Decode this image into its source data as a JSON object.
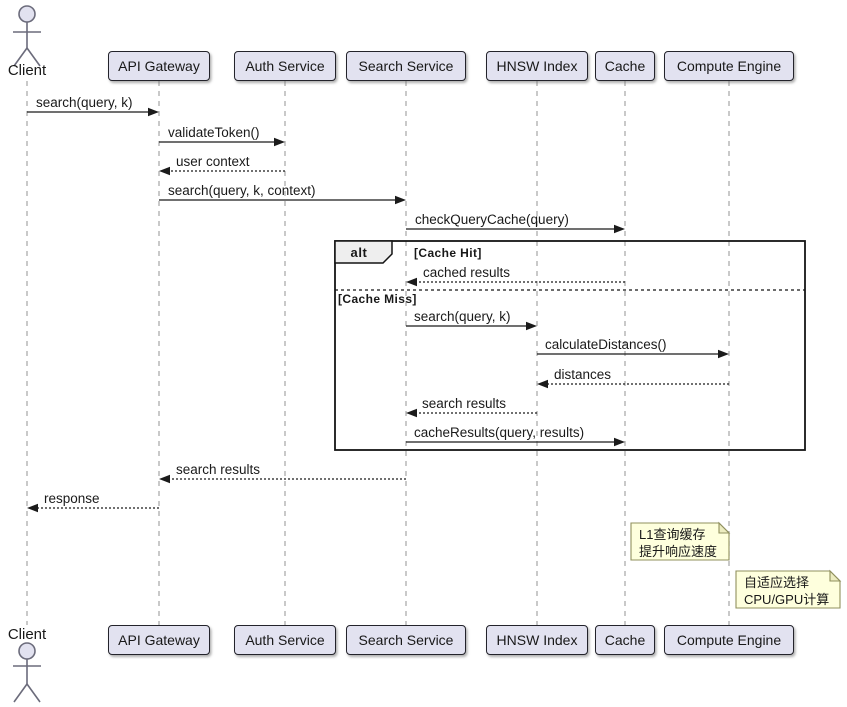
{
  "diagram_type": "uml-sequence",
  "actor": {
    "label": "Client"
  },
  "participants": [
    {
      "label": "API Gateway"
    },
    {
      "label": "Auth Service"
    },
    {
      "label": "Search Service"
    },
    {
      "label": "HNSW Index"
    },
    {
      "label": "Cache"
    },
    {
      "label": "Compute Engine"
    }
  ],
  "messages": [
    {
      "from": "Client",
      "to": "API Gateway",
      "label": "search(query, k)",
      "line": "solid"
    },
    {
      "from": "API Gateway",
      "to": "Auth Service",
      "label": "validateToken()",
      "line": "solid"
    },
    {
      "from": "Auth Service",
      "to": "API Gateway",
      "label": "user context",
      "line": "dashed"
    },
    {
      "from": "API Gateway",
      "to": "Search Service",
      "label": "search(query, k, context)",
      "line": "solid"
    },
    {
      "from": "Search Service",
      "to": "Cache",
      "label": "checkQueryCache(query)",
      "line": "solid"
    },
    {
      "from": "Cache",
      "to": "Search Service",
      "label": "cached results",
      "line": "dashed"
    },
    {
      "from": "Search Service",
      "to": "HNSW Index",
      "label": "search(query, k)",
      "line": "solid"
    },
    {
      "from": "HNSW Index",
      "to": "Compute Engine",
      "label": "calculateDistances()",
      "line": "solid"
    },
    {
      "from": "Compute Engine",
      "to": "HNSW Index",
      "label": "distances",
      "line": "dashed"
    },
    {
      "from": "HNSW Index",
      "to": "Search Service",
      "label": "search results",
      "line": "dashed"
    },
    {
      "from": "Search Service",
      "to": "Cache",
      "label": "cacheResults(query, results)",
      "line": "solid"
    },
    {
      "from": "Search Service",
      "to": "API Gateway",
      "label": "search results",
      "line": "dashed"
    },
    {
      "from": "API Gateway",
      "to": "Client",
      "label": "response",
      "line": "dashed"
    }
  ],
  "fragment": {
    "operator": "alt",
    "guards": [
      "[Cache Hit]",
      "[Cache Miss]"
    ]
  },
  "notes": [
    {
      "target": "Cache",
      "lines": [
        "L1查询缓存",
        "提升响应速度"
      ]
    },
    {
      "target": "Compute Engine",
      "lines": [
        "自适应选择",
        "CPU/GPU计算"
      ]
    }
  ],
  "colors": {
    "background": "#FFFFFF",
    "participant_fill": "#E2E2F0",
    "participant_border": "#23232b",
    "lifeline": "#A5A5A5",
    "message_line": "#1b1b1b",
    "frame_border": "#141414",
    "frame_label_fill": "#EEEEEE",
    "note_fill": "#FEFFDD",
    "note_border": "#90905E"
  }
}
